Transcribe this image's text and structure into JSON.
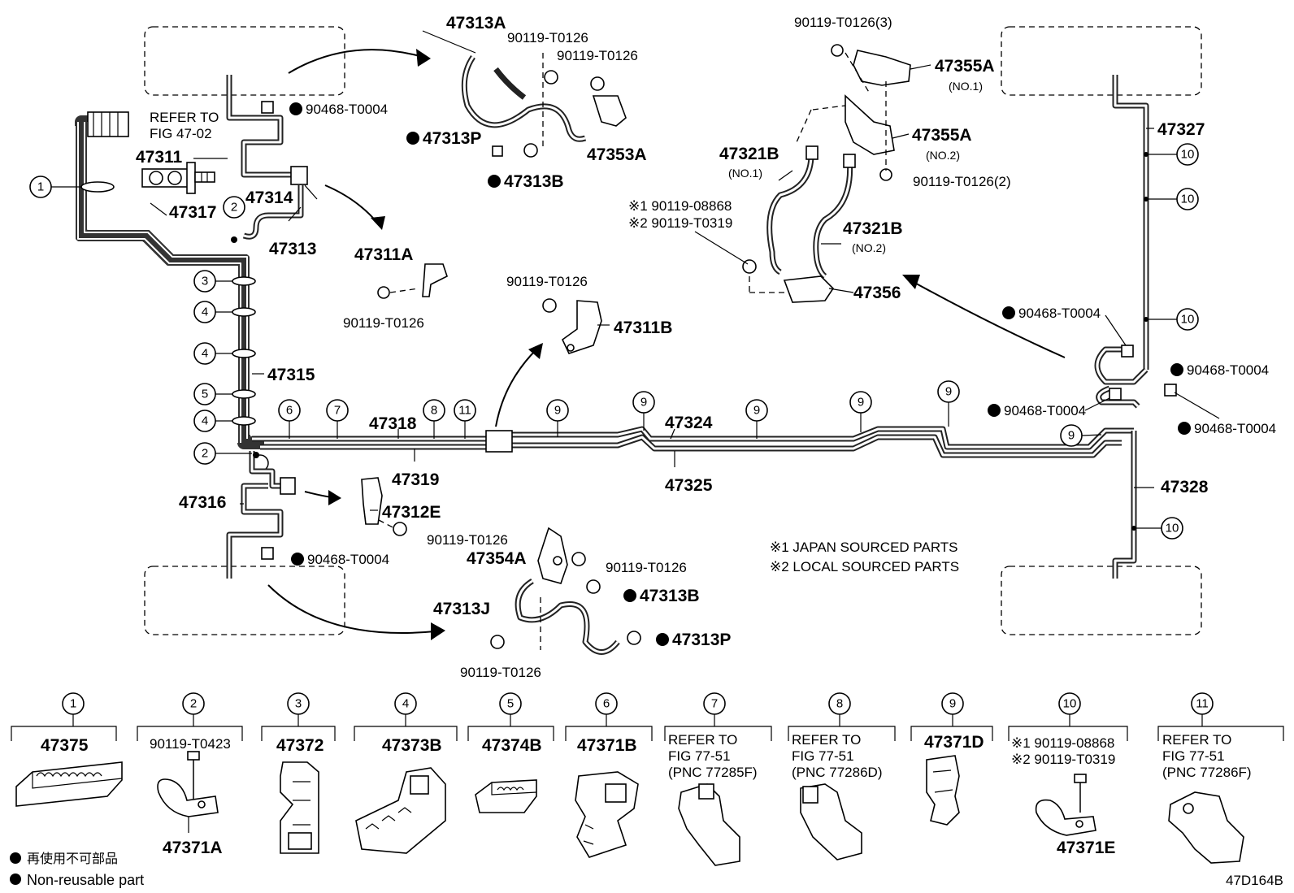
{
  "labels": {
    "p47313A": "47313A",
    "p90119T0126_a": "90119-T0126",
    "p90119T0126_b": "90119-T0126",
    "p47313P_top": "47313P",
    "p47313B_top": "47313B",
    "p47353A": "47353A",
    "p90468T0004_tl": "90468-T0004",
    "refer_fig4702_l1": "REFER TO",
    "refer_fig4702_l2": "FIG 47-02",
    "p47311": "47311",
    "p47317": "47317",
    "p47314": "47314",
    "p47313": "47313",
    "p47311A": "47311A",
    "p90119T0126_c": "90119-T0126",
    "p90119T0126_d": "90119-T0126",
    "p47311B": "47311B",
    "p47315": "47315",
    "p47318": "47318",
    "p47319": "47319",
    "p47324": "47324",
    "p47325": "47325",
    "p47316": "47316",
    "p47312E": "47312E",
    "p90119T0126_e": "90119-T0126",
    "p90468T0004_bl": "90468-T0004",
    "p47354A": "47354A",
    "p90119T0126_f": "90119-T0126",
    "p47313B_bot": "47313B",
    "p47313J": "47313J",
    "p47313P_bot": "47313P",
    "p90119T0126_g": "90119-T0126",
    "p90119T0126_3": "90119-T0126(3)",
    "p47355A_1": "47355A",
    "no1_a": "(NO.1)",
    "p47355A_2": "47355A",
    "no2_a": "(NO.2)",
    "p47321B_1": "47321B",
    "no1_b": "(NO.1)",
    "p90119T0126_2": "90119-T0126(2)",
    "alt1_top": "※1 90119-08868",
    "alt2_top": "※2 90119-T0319",
    "p47321B_2": "47321B",
    "no2_b": "(NO.2)",
    "p47356": "47356",
    "p47327": "47327",
    "p90468T0004_r1": "90468-T0004",
    "p90468T0004_r2": "90468-T0004",
    "p90468T0004_r3": "90468-T0004",
    "p90468T0004_r4": "90468-T0004",
    "p47328": "47328",
    "note1": "※1 JAPAN SOURCED PARTS",
    "note2": "※2 LOCAL SOURCED PARTS"
  },
  "callouts": [
    "1",
    "2",
    "3",
    "4",
    "4",
    "5",
    "4",
    "2",
    "6",
    "7",
    "8",
    "11",
    "9",
    "9",
    "9",
    "9",
    "9",
    "9",
    "10",
    "10",
    "10",
    "10"
  ],
  "legend_items": [
    {
      "num": "1",
      "line1": "47375",
      "line2": "",
      "line3": "",
      "bottom": ""
    },
    {
      "num": "2",
      "line1": "90119-T0423",
      "line2": "",
      "line3": "",
      "bottom": "47371A"
    },
    {
      "num": "3",
      "line1": "47372",
      "line2": "",
      "line3": "",
      "bottom": ""
    },
    {
      "num": "4",
      "line1": "47373B",
      "line2": "",
      "line3": "",
      "bottom": ""
    },
    {
      "num": "5",
      "line1": "47374B",
      "line2": "",
      "line3": "",
      "bottom": ""
    },
    {
      "num": "6",
      "line1": "47371B",
      "line2": "",
      "line3": "",
      "bottom": ""
    },
    {
      "num": "7",
      "line1": "REFER TO",
      "line2": "FIG 77-51",
      "line3": "(PNC 77285F)",
      "bottom": ""
    },
    {
      "num": "8",
      "line1": "REFER TO",
      "line2": "FIG 77-51",
      "line3": "(PNC 77286D)",
      "bottom": ""
    },
    {
      "num": "9",
      "line1": "47371D",
      "line2": "",
      "line3": "",
      "bottom": ""
    },
    {
      "num": "10",
      "line1": "※1 90119-08868",
      "line2": "※2 90119-T0319",
      "line3": "",
      "bottom": "47371E"
    },
    {
      "num": "11",
      "line1": "REFER TO",
      "line2": "FIG 77-51",
      "line3": "(PNC 77286F)",
      "bottom": ""
    }
  ],
  "footer": {
    "jp": "再使用不可部品",
    "en": "Non-reusable part",
    "code": "47D164B"
  }
}
